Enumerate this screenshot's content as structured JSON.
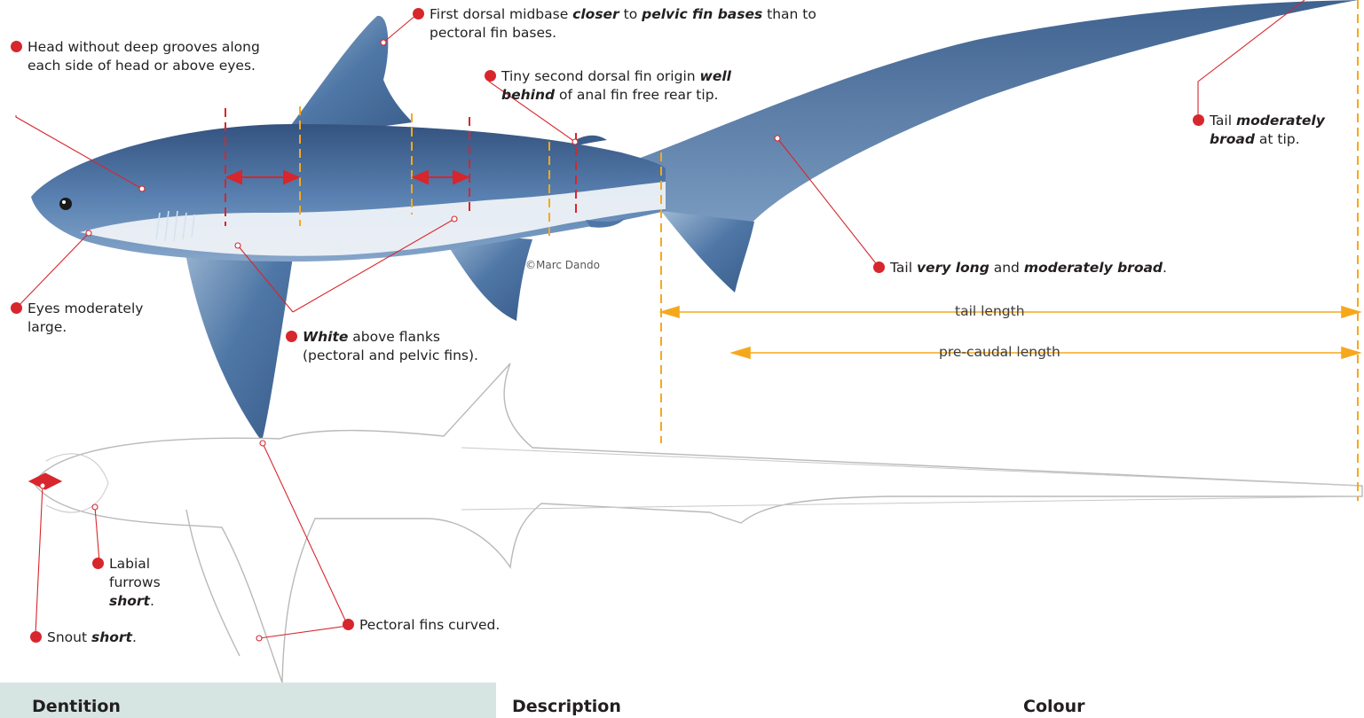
{
  "annotations": {
    "first_dorsal": {
      "line1_pre": "First dorsal midbase ",
      "line1_b1": "closer",
      "line1_mid": " to ",
      "line1_b2": "pelvic fin bases",
      "line1_post": " than to",
      "line2": "pectoral fin bases."
    },
    "head": {
      "line1": "Head without deep grooves along",
      "line2": "each side of head or above eyes."
    },
    "second_dorsal": {
      "line1": "Tiny second dorsal fin origin ",
      "line1_b": "well",
      "line2_b": "behind",
      "line2": " of anal fin free rear tip."
    },
    "tail_tip": {
      "line1": "Tail ",
      "line1_b": "moderately",
      "line2_b": "broad",
      "line2": " at tip."
    },
    "tail_long": {
      "pre": "Tail ",
      "b1": "very long",
      "mid": " and ",
      "b2": "moderately broad",
      "post": "."
    },
    "eyes": {
      "line1": "Eyes moderately",
      "line2": "large."
    },
    "white": {
      "line1_b": "White",
      "line1": " above flanks",
      "line2": "(pectoral and pelvic fins)."
    },
    "labial": {
      "line1": "Labial",
      "line2": "furrows",
      "line3_b": "short",
      "line3": "."
    },
    "snout": {
      "pre": "Snout ",
      "b": "short",
      "post": "."
    },
    "pectoral": {
      "text": "Pectoral fins curved."
    }
  },
  "credit": "©Marc Dando",
  "measurements": {
    "tail_length": "tail length",
    "pre_caudal_length": "pre-caudal length"
  },
  "panels": {
    "dentition": "Dentition",
    "description": "Description",
    "colour": "Colour"
  },
  "colors": {
    "body_blue": "#4c72a0",
    "dot_red": "#d7262c",
    "guide_orange": "#f6a81c",
    "dentition_bg": "#d6e5e1"
  }
}
